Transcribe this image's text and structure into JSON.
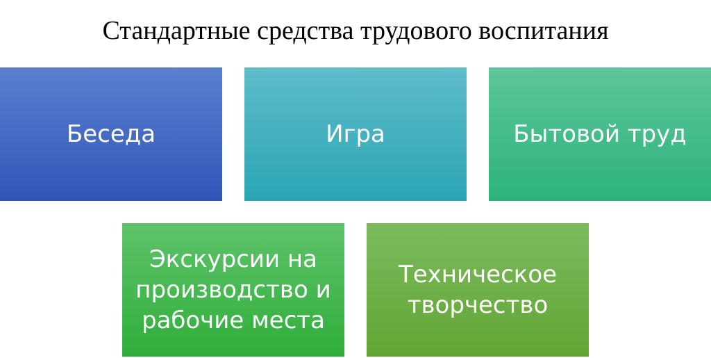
{
  "title": "Стандартные средства трудового воспитания",
  "boxes": [
    {
      "label": "Беседа",
      "color_top": "#5a80d0",
      "color_bottom": "#2f56b8"
    },
    {
      "label": "Игра",
      "color_top": "#5fbcc8",
      "color_bottom": "#2ba5b5"
    },
    {
      "label": "Бытовой труд",
      "color_top": "#5ec69a",
      "color_bottom": "#2cb37c"
    },
    {
      "label": "Экскурсии на производство и рабочие места",
      "color_top": "#5fc36a",
      "color_bottom": "#2fae3a"
    },
    {
      "label": "Техническое творчество",
      "color_top": "#7cbb5e",
      "color_bottom": "#62a534"
    }
  ]
}
